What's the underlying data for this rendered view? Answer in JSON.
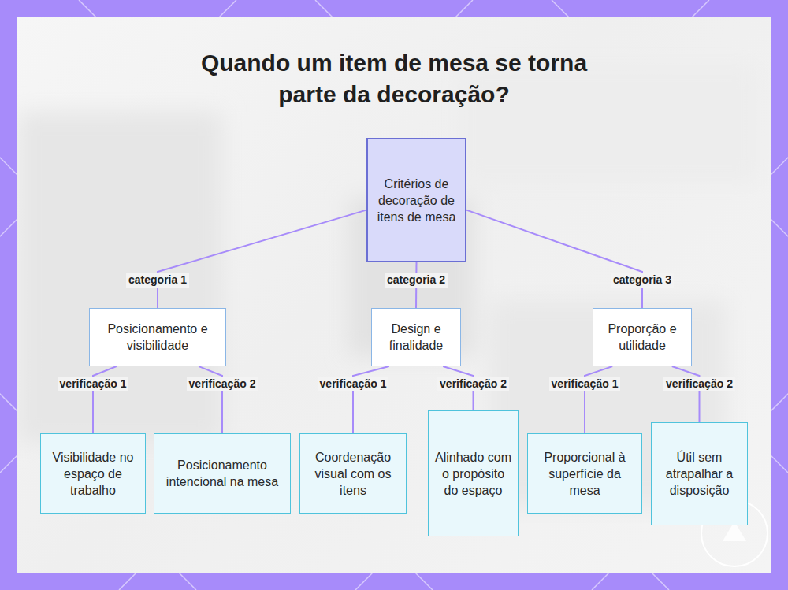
{
  "diagram": {
    "title": "Quando um item de mesa se torna parte da decoração?",
    "nodes": [
      {
        "text": [
          "Critérios de decoração de itens de mesa"
        ]
      },
      {
        "text": [
          "Posicionamento e visibilidade"
        ]
      },
      {
        "text": [
          "Design e finalidade"
        ]
      },
      {
        "text": [
          "Proporção e utilidade"
        ]
      },
      {
        "text": [
          "Visibilidade no espaço de trabalho"
        ]
      },
      {
        "text": [
          "Posicionamento intencional na mesa"
        ]
      },
      {
        "text": [
          "Coordenação visual com os itens"
        ]
      },
      {
        "text": [
          "Alinhado com o propósito do espaço"
        ]
      },
      {
        "text": [
          "Proporcional à superfície da mesa"
        ]
      },
      {
        "text": [
          "Útil sem atrapalhar a disposição"
        ]
      }
    ],
    "edges": [
      {
        "from": 0,
        "to": 1,
        "label": "categoria 1",
        "arrow": "none"
      },
      {
        "from": 0,
        "to": 2,
        "label": "categoria 2",
        "arrow": "none"
      },
      {
        "from": 0,
        "to": 3,
        "label": "categoria 3",
        "arrow": "none"
      },
      {
        "from": 1,
        "to": 4,
        "label": "verificação 1",
        "arrow": "none"
      },
      {
        "from": 1,
        "to": 5,
        "label": "verificação 2",
        "arrow": "none"
      },
      {
        "from": 2,
        "to": 6,
        "label": "verificação 1",
        "arrow": "none"
      },
      {
        "from": 2,
        "to": 7,
        "label": "verificação 2",
        "arrow": "none"
      },
      {
        "from": 3,
        "to": 8,
        "label": "verificação 1",
        "arrow": "none"
      },
      {
        "from": 3,
        "to": 9,
        "label": "verificação 2",
        "arrow": "none"
      }
    ]
  }
}
